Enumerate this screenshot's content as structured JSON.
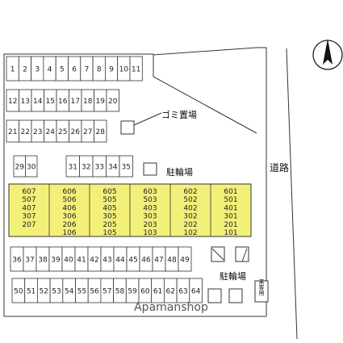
{
  "map": {
    "north_label": "N",
    "road_label": "道路",
    "garbage_label": "ゴミ置場",
    "bike_parking_label": "駐輪場",
    "visitor_label": "来客用",
    "watermark": "Apamanshop"
  },
  "parking": {
    "row1": [
      "1",
      "2",
      "3",
      "4",
      "5",
      "6",
      "7",
      "8",
      "9",
      "10",
      "11"
    ],
    "row2": [
      "12",
      "13",
      "14",
      "15",
      "16",
      "17",
      "18",
      "19",
      "20"
    ],
    "row3": [
      "21",
      "22",
      "23",
      "24",
      "25",
      "26",
      "27",
      "28"
    ],
    "row4a": [
      "29",
      "30"
    ],
    "row4b": [
      "31",
      "32",
      "33",
      "34",
      "35"
    ],
    "row5": [
      "36",
      "37",
      "38",
      "39",
      "40",
      "41",
      "42",
      "43",
      "44",
      "45",
      "46",
      "47",
      "48",
      "49"
    ],
    "row6": [
      "50",
      "51",
      "52",
      "53",
      "54",
      "55",
      "56",
      "57",
      "58",
      "59",
      "60",
      "61",
      "62",
      "63",
      "64"
    ]
  },
  "building": {
    "columns": [
      [
        "607",
        "507",
        "407",
        "307",
        "207"
      ],
      [
        "606",
        "506",
        "406",
        "306",
        "206",
        "106"
      ],
      [
        "605",
        "505",
        "405",
        "305",
        "205",
        "105"
      ],
      [
        "603",
        "503",
        "403",
        "303",
        "203",
        "103"
      ],
      [
        "602",
        "502",
        "402",
        "302",
        "202",
        "102"
      ],
      [
        "601",
        "501",
        "401",
        "301",
        "201",
        "101"
      ]
    ]
  },
  "colors": {
    "building_fill": "#f3f07a",
    "line": "#333333"
  }
}
